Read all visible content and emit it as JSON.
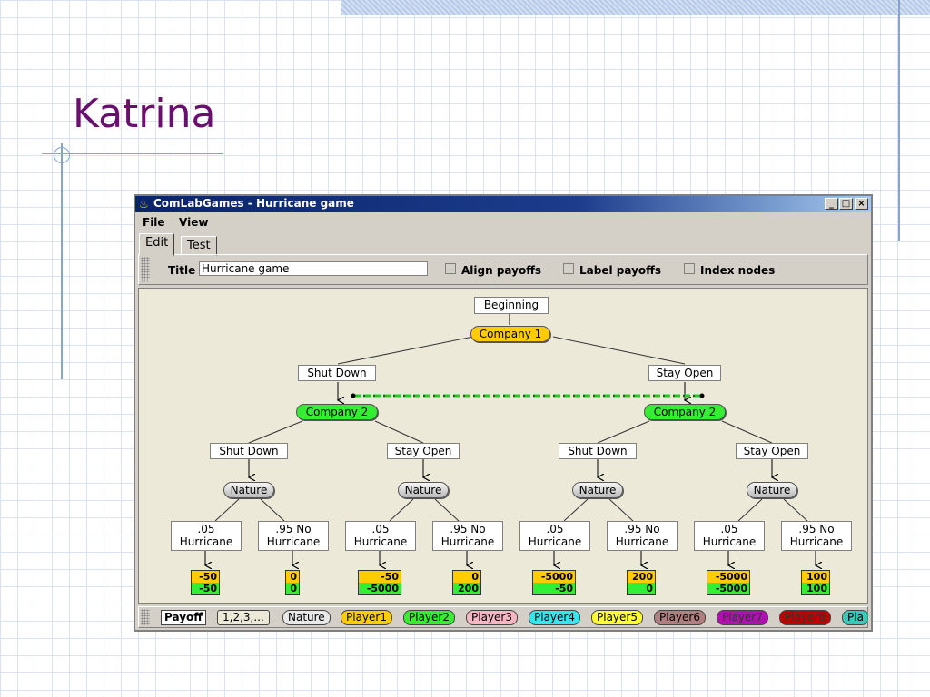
{
  "slide": {
    "title": "Katrina"
  },
  "window": {
    "title": "ComLabGames - Hurricane game",
    "minimize": "_",
    "maximize": "□",
    "close": "×"
  },
  "menu": [
    "File",
    "View"
  ],
  "tabs": [
    "Edit",
    "Test"
  ],
  "toolbar": {
    "title_label": "Title",
    "title_value": "Hurricane game",
    "align_payoffs": "Align payoffs",
    "label_payoffs": "Label payoffs",
    "index_nodes": "Index nodes"
  },
  "tree": {
    "root_label": "Beginning",
    "company1": "Company 1",
    "company2": "Company 2",
    "shut_down": "Shut Down",
    "stay_open": "Stay Open",
    "nature": "Nature",
    "prob_05_line1": ".05",
    "prob_05_line2": "Hurricane",
    "prob_95_line1": ".95 No",
    "prob_95_line2": "Hurricane",
    "payoffs": [
      [
        "-50",
        "-50"
      ],
      [
        "0",
        "0"
      ],
      [
        "-50",
        "-5000"
      ],
      [
        "0",
        "200"
      ],
      [
        "-5000",
        "-50"
      ],
      [
        "200",
        "0"
      ],
      [
        "-5000",
        "-5000"
      ],
      [
        "100",
        "100"
      ]
    ]
  },
  "bottombar": {
    "payoff": "Payoff",
    "numbers": "1,2,3,...",
    "nature": "Nature",
    "players": [
      "Player1",
      "Player2",
      "Player3",
      "Player4",
      "Player5",
      "Player6",
      "Player7",
      "Player8",
      "Pla"
    ]
  },
  "colors": {
    "company1": "#ffcc00",
    "company2": "#33ee33",
    "player1": "#ffcc00",
    "player2": "#33ee33",
    "player3": "#f7b6c2",
    "player4": "#33e6f0",
    "player5": "#ffff33",
    "player6": "#b08080",
    "player7": "#b010b0",
    "player8": "#c00000",
    "player9": "#33ccbb",
    "title": "#6a0f6f"
  }
}
